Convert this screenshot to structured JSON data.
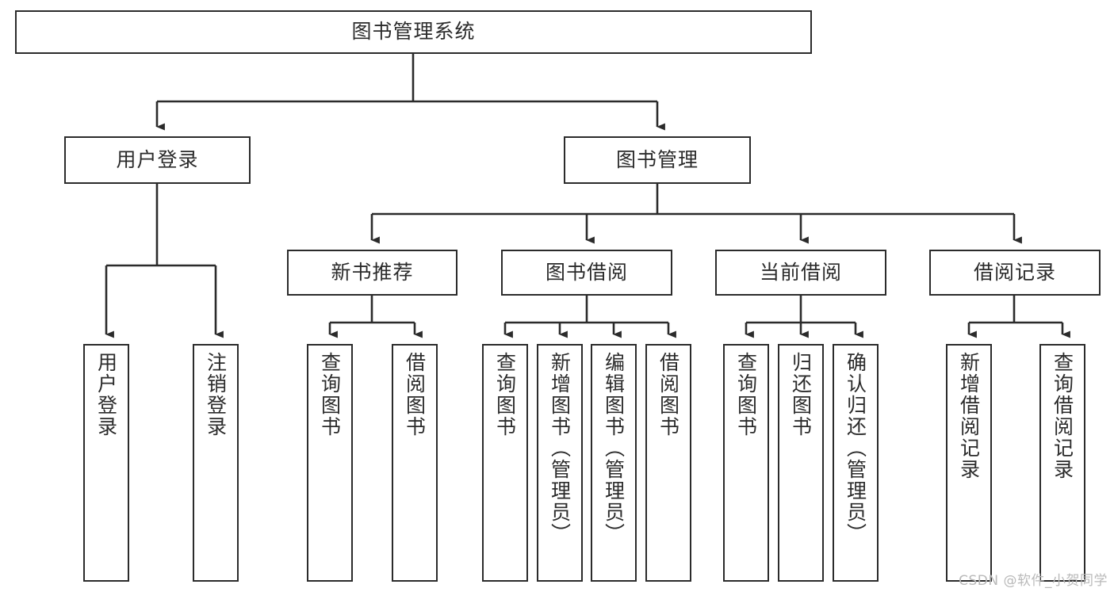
{
  "diagram": {
    "type": "tree-hierarchy-chart",
    "title_text": "图书管理系统",
    "orientation": "top-down",
    "levels": 4,
    "root": {
      "id": "root",
      "label": "图书管理系统",
      "text_direction": "horizontal"
    },
    "level2": [
      {
        "id": "user-login",
        "label": "用户登录",
        "text_direction": "horizontal"
      },
      {
        "id": "book-management",
        "label": "图书管理",
        "text_direction": "horizontal"
      }
    ],
    "level3": [
      {
        "id": "new-book-recommend",
        "label": "新书推荐",
        "parent": "book-management",
        "text_direction": "horizontal"
      },
      {
        "id": "book-borrow",
        "label": "图书借阅",
        "parent": "book-management",
        "text_direction": "horizontal"
      },
      {
        "id": "current-borrow",
        "label": "当前借阅",
        "parent": "book-management",
        "text_direction": "horizontal"
      },
      {
        "id": "borrow-record",
        "label": "借阅记录",
        "parent": "book-management",
        "text_direction": "horizontal"
      }
    ],
    "leaves": [
      {
        "id": "leaf-user-login",
        "label": "用户登录",
        "parent": "user-login",
        "text_direction": "vertical"
      },
      {
        "id": "leaf-user-logout",
        "label": "注销登录",
        "parent": "user-login",
        "text_direction": "vertical"
      },
      {
        "id": "leaf-query-book-1",
        "label": "查询图书",
        "parent": "new-book-recommend",
        "text_direction": "vertical"
      },
      {
        "id": "leaf-borrow-book-1",
        "label": "借阅图书",
        "parent": "new-book-recommend",
        "text_direction": "vertical"
      },
      {
        "id": "leaf-query-book-2",
        "label": "查询图书",
        "parent": "book-borrow",
        "text_direction": "vertical"
      },
      {
        "id": "leaf-add-book",
        "label": "新增图书（管理员）",
        "parent": "book-borrow",
        "text_direction": "vertical"
      },
      {
        "id": "leaf-edit-book",
        "label": "编辑图书（管理员）",
        "parent": "book-borrow",
        "text_direction": "vertical"
      },
      {
        "id": "leaf-borrow-book-2",
        "label": "借阅图书",
        "parent": "book-borrow",
        "text_direction": "vertical"
      },
      {
        "id": "leaf-query-book-3",
        "label": "查询图书",
        "parent": "current-borrow",
        "text_direction": "vertical"
      },
      {
        "id": "leaf-return-book",
        "label": "归还图书",
        "parent": "current-borrow",
        "text_direction": "vertical"
      },
      {
        "id": "leaf-confirm-return",
        "label": "确认归还（管理员）",
        "parent": "current-borrow",
        "text_direction": "vertical"
      },
      {
        "id": "leaf-add-record",
        "label": "新增借阅记录",
        "parent": "borrow-record",
        "text_direction": "vertical"
      },
      {
        "id": "leaf-query-record",
        "label": "查询借阅记录",
        "parent": "borrow-record",
        "text_direction": "vertical"
      }
    ],
    "colors": {
      "stroke": "#2b2b2b",
      "fill": "#ffffff",
      "text": "#2b2b2b",
      "watermark": "#b9b9b9"
    }
  },
  "watermark": {
    "text": "CSDN @软件_小贺同学"
  }
}
